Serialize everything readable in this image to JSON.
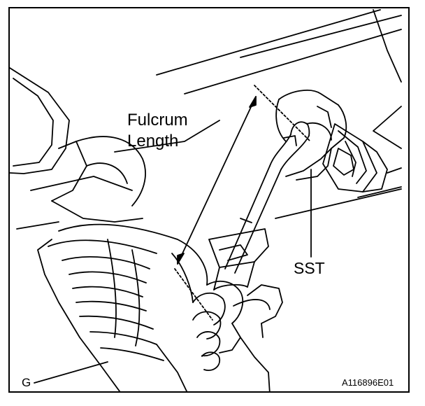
{
  "labels": {
    "fulcrum_length": "Fulcrum\nLength",
    "sst": "SST",
    "corner_letter": "G",
    "figure_code": "A116896E01"
  },
  "colors": {
    "line": "#000000",
    "background": "#ffffff"
  }
}
